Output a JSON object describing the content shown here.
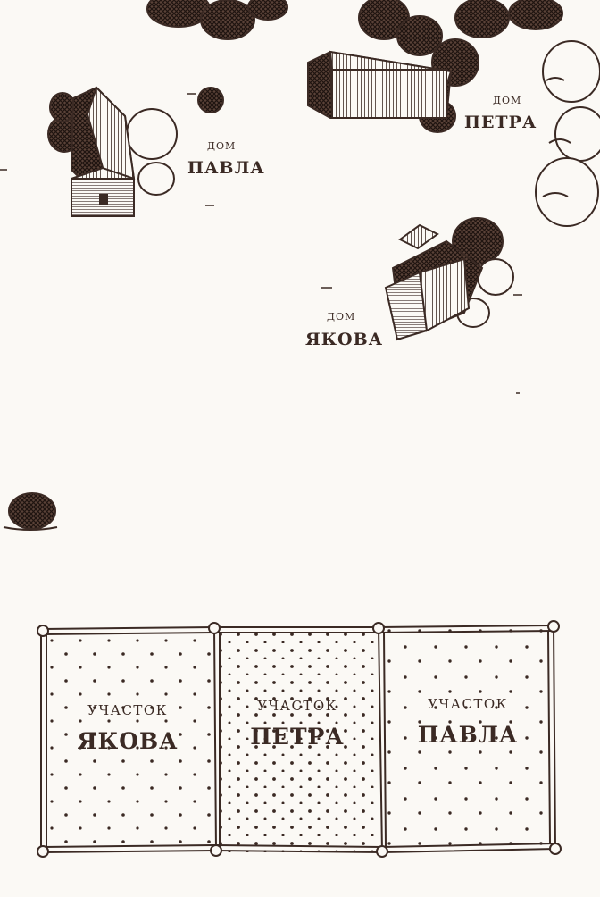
{
  "colors": {
    "ink": "#3b2a24",
    "paper": "#fbf9f5"
  },
  "houses": {
    "pavla": {
      "line1": "ДОМ",
      "line2": "ПАВЛА"
    },
    "petra": {
      "line1": "ДОМ",
      "line2": "ПЕТРА"
    },
    "yakova": {
      "line1": "ДОМ",
      "line2": "ЯКОВА"
    }
  },
  "plots": [
    {
      "line1": "УЧАСТОК",
      "line2": "ЯКОВА"
    },
    {
      "line1": "УЧАСТОК",
      "line2": "ПЕТРА"
    },
    {
      "line1": "УЧАСТОК",
      "line2": "ПАВЛА"
    }
  ]
}
